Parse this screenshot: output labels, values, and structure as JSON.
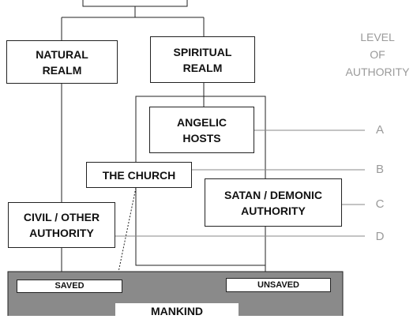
{
  "diagram": {
    "level_title": "LEVEL\nOF\nAUTHORITY",
    "nodes": {
      "natural_realm": "NATURAL\nREALM",
      "spiritual_realm": "SPIRITUAL\nREALM",
      "angelic_hosts": "ANGELIC\nHOSTS",
      "the_church": "THE CHURCH",
      "satan_demonic_authority": "SATAN / DEMONIC\nAUTHORITY",
      "civil_other_authority": "CIVIL / OTHER\nAUTHORITY",
      "saved": "SAVED",
      "unsaved": "UNSAVED",
      "mankind": "MANKIND"
    },
    "levels": {
      "a": "A",
      "b": "B",
      "c": "C",
      "d": "D"
    }
  }
}
